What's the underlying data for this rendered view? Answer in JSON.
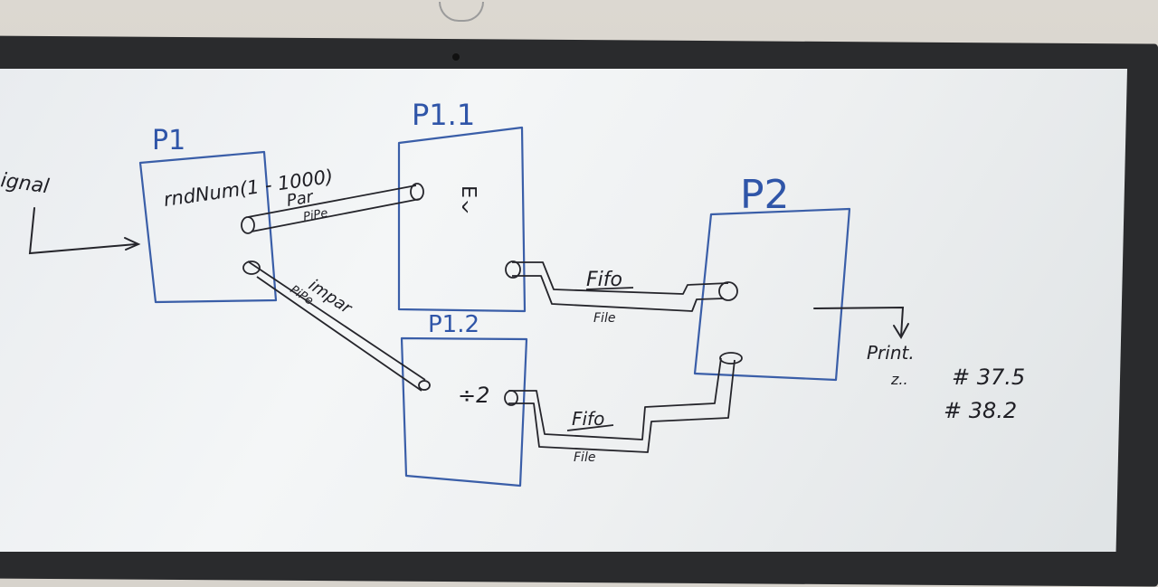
{
  "whiteboard": {
    "labels": {
      "signal": "ignal",
      "p1": "P1",
      "p1_1": "P1.1",
      "p1_2": "P1.2",
      "p2": "P2",
      "rndnum": "rndNum(1 - 1000)",
      "par": "Par",
      "pipe_top": "PiPe",
      "impar": "impar",
      "pipe_bottom": "PiPe",
      "ej": "^∃",
      "div2": "÷2",
      "fifo_top": "Fifo",
      "file_top": "File",
      "fifo_bottom": "Fifo",
      "file_bottom": "File",
      "print": "Print.",
      "dots": "z..",
      "num1": "# 37.5",
      "num2": "# 38.2"
    }
  }
}
